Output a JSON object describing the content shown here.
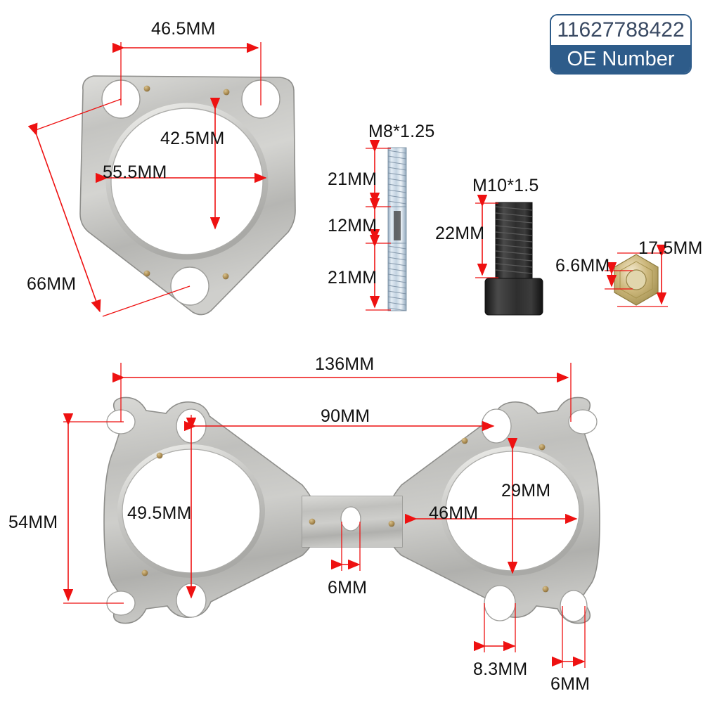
{
  "badge": {
    "oe_number": "11627788422",
    "label": "OE Number"
  },
  "top_gasket": {
    "name": "three-bolt-turbo-flange-gasket",
    "dimensions": {
      "bolt_spacing_top": "46.5MM",
      "port_height": "42.5MM",
      "port_width": "55.5MM",
      "diagonal": "66MM"
    }
  },
  "hardware": {
    "stud": {
      "thread": "M8*1.25",
      "upper_thread_length": "21MM",
      "middle_shank_length": "12MM",
      "lower_thread_length": "21MM"
    },
    "bolt": {
      "thread": "M10*1.5",
      "thread_length": "22MM"
    },
    "nut": {
      "inner_diameter": "6.6MM",
      "flange_diameter": "17.5MM"
    }
  },
  "bottom_gasket": {
    "name": "twin-port-exhaust-manifold-gasket",
    "dimensions": {
      "overall_length": "136MM",
      "bolt_center_span": "90MM",
      "overall_height": "54MM",
      "left_port_width": "49.5MM",
      "right_port_width": "46MM",
      "right_port_height": "29MM",
      "center_hole_diameter": "6MM",
      "lower_hole_diameter": "8.3MM",
      "outer_hole_diameter": "6MM"
    }
  },
  "colors": {
    "dimension_line": "#ee1111",
    "badge_blue": "#2e5c8a",
    "metal_light": "#d8d8d6",
    "metal_mid": "#bdbdba",
    "metal_dark": "#9e9e9b",
    "rivet": "#b39155",
    "bolt_black": "#2b2b2b",
    "nut_gold": "#c9b679",
    "stud_zinc": "#c9d6e2"
  }
}
